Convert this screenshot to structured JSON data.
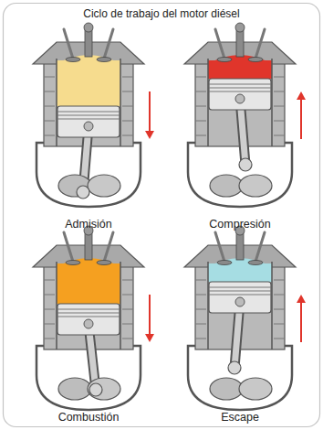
{
  "diagram": {
    "title": "Ciclo de trabajo del motor diésel",
    "labels": [
      "Admisión",
      "Compresión",
      "Combustión",
      "Escape"
    ]
  }
}
